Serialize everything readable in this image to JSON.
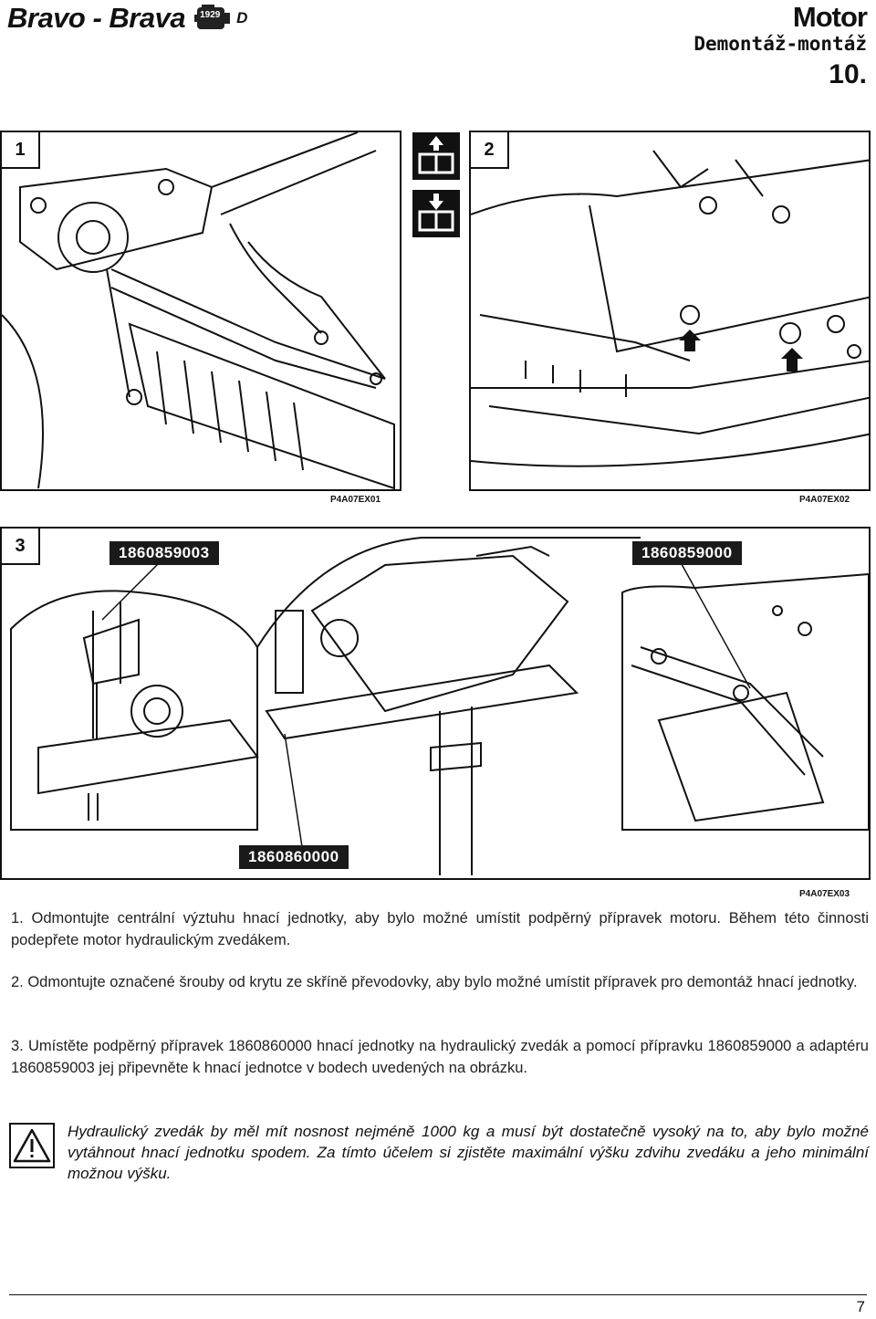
{
  "header": {
    "brand": "Bravo - Brava",
    "engine_code": "1929",
    "fuel": "D",
    "section": "Motor",
    "subsection": "Demontáž-montáž",
    "section_number": "10."
  },
  "figures": {
    "fig1": {
      "number": "1",
      "caption": "P4A07EX01"
    },
    "fig2": {
      "number": "2",
      "caption": "P4A07EX02"
    },
    "fig3": {
      "number": "3",
      "caption": "P4A07EX03",
      "labels": {
        "adapter": "1860859003",
        "tool": "1860859000",
        "support": "1860860000"
      }
    }
  },
  "icons": [
    "remove-icon",
    "refit-icon",
    "warning-icon"
  ],
  "paragraphs": {
    "p1": "1. Odmontujte centrální výztuhu hnací jednotky, aby bylo možné umístit podpěrný přípravek motoru. Během této činnosti podepřete motor hydraulickým zvedákem.",
    "p2": "2. Odmontujte označené šrouby od krytu ze skříně převodovky, aby bylo možné umístit přípravek pro demontáž hnací jednotky.",
    "p3": "3. Umístěte podpěrný přípravek 1860860000 hnací jednotky na hydraulický zvedák a pomocí přípravku 1860859000 a adaptéru 1860859003 jej připevněte k hnací jednotce v bodech uvedených na obrázku."
  },
  "warning": "Hydraulický zvedák by měl mít nosnost nejméně 1000 kg a musí být dostatečně vysoký na to, aby bylo možné vytáhnout hnací jednotku spodem. Za tímto účelem si zjistěte maximální výšku zdvihu zvedáku a jeho minimální možnou výšku.",
  "footer": {
    "page_number": "7"
  }
}
